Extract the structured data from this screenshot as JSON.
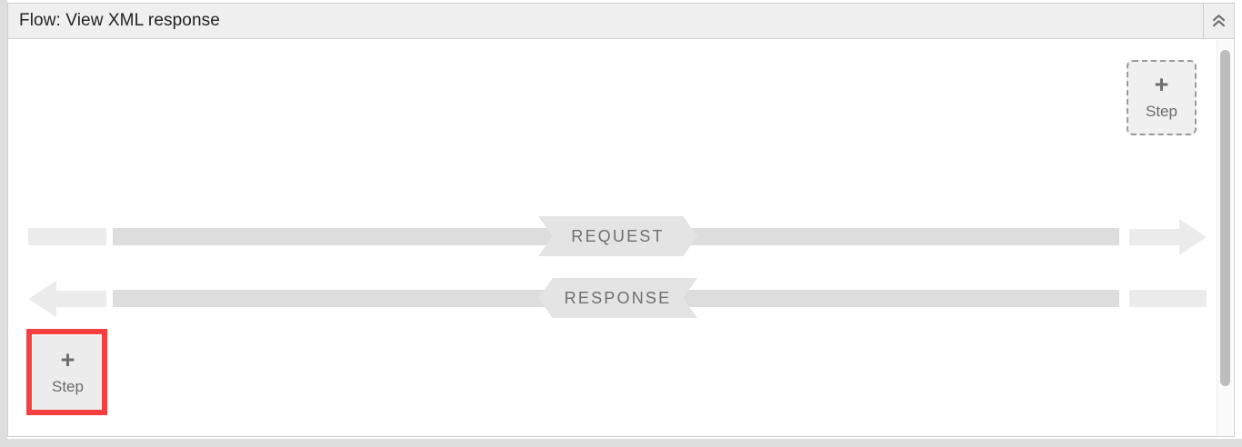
{
  "header": {
    "title": "Flow: View XML response",
    "collapse_icon": "double-chevron-up-icon"
  },
  "canvas": {
    "steps": [
      {
        "id": "top-right",
        "plus": "+",
        "label": "Step",
        "style": "dashed",
        "highlighted": false
      },
      {
        "id": "bottom-left",
        "plus": "+",
        "label": "Step",
        "style": "solid",
        "highlighted": true
      }
    ],
    "flows": [
      {
        "id": "request",
        "label": "REQUEST",
        "direction": "right"
      },
      {
        "id": "response",
        "label": "RESPONSE",
        "direction": "left"
      }
    ],
    "highlight_color": "#f73f3f"
  },
  "colors": {
    "header_bg": "#efefef",
    "panel_border": "#cfcfcf",
    "bar_light": "#ebebeb",
    "bar_dark": "#dddddd",
    "banner_bg": "#e4e4e4",
    "label_text": "#6f6f6f",
    "scrollbar_thumb": "#bdbdbd"
  }
}
